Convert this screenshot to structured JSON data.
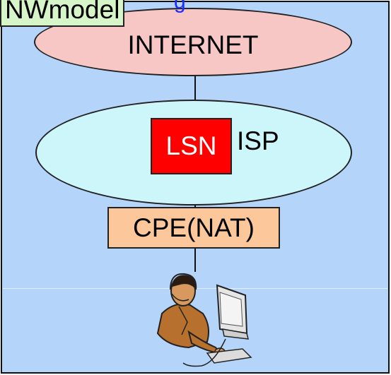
{
  "title": "NWmodel",
  "link_fragment": "g",
  "nodes": {
    "internet": "INTERNET",
    "lsn": "LSN",
    "isp": "ISP",
    "cpe": "CPE(NAT)"
  },
  "user_icon": "user-at-computer-icon",
  "colors": {
    "panel": "#b4d4fa",
    "internet": "#f6c7c4",
    "isp": "#ccf6fa",
    "lsn": "#ff0000",
    "cpe": "#fcc79a",
    "title": "#d6f5c8"
  }
}
